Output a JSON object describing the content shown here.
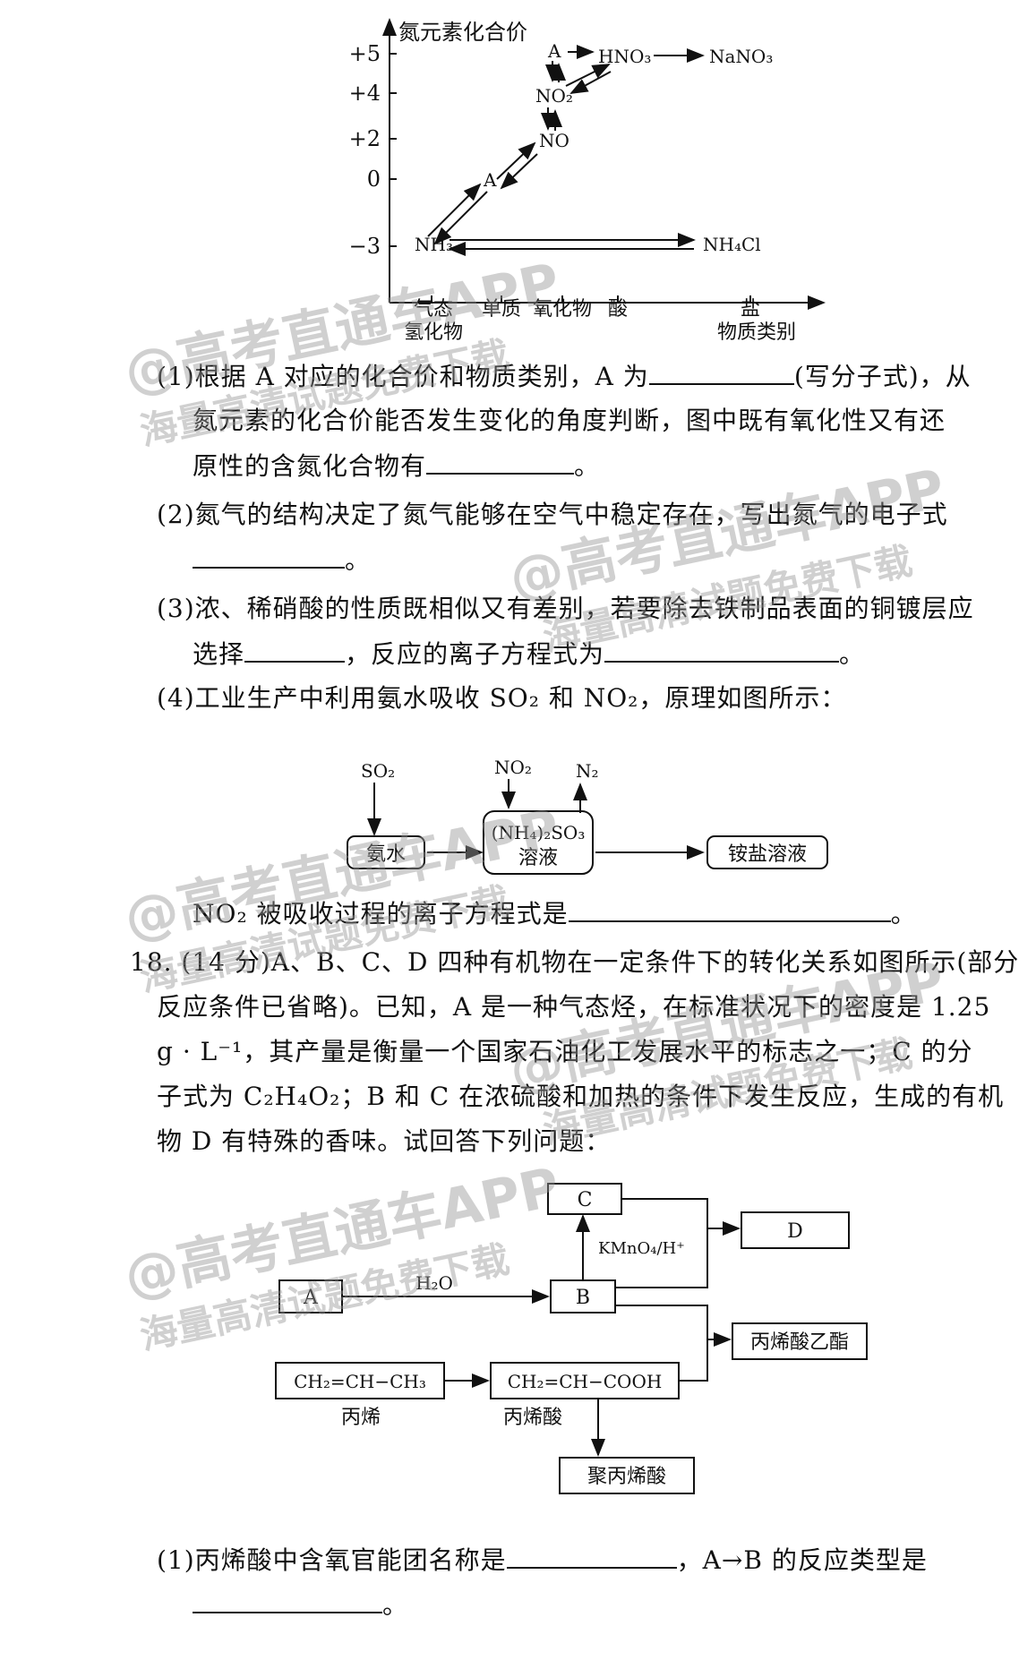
{
  "chart": {
    "ylabel": "氮元素化合价",
    "yticks": [
      "+5",
      "+4",
      "+2",
      "0",
      "−3"
    ],
    "xticks": [
      "气态",
      "氢化物",
      "单质",
      "氧化物",
      "酸",
      "盐",
      "物质类别"
    ],
    "nodes": {
      "A_top": "A",
      "HNO3": "HNO₃",
      "NaNO3": "NaNO₃",
      "NO2": "NO₂",
      "NO": "NO",
      "A_mid": "A",
      "NH3": "NH₃",
      "NH4Cl": "NH₄Cl"
    }
  },
  "q17": {
    "p1_a": "(1)根据 A 对应的化合价和物质类别，A 为",
    "p1_b": "(写分子式)，从",
    "p1_c": "氮元素的化合价能否发生变化的角度判断，图中既有氧化性又有还",
    "p1_d": "原性的含氮化合物有",
    "p1_e": "。",
    "p2_a": "(2)氮气的结构决定了氮气能够在空气中稳定存在，写出氮气的电子式",
    "p2_b": "。",
    "p3_a": "(3)浓、稀硝酸的性质既相似又有差别，若要除去铁制品表面的铜镀层应",
    "p3_b": "选择",
    "p3_c": "，反应的离子方程式为",
    "p3_d": "。",
    "p4": "(4)工业生产中利用氨水吸收 SO₂ 和 NO₂，原理如图所示：",
    "flow": {
      "so2": "SO₂",
      "no2": "NO₂",
      "n2": "N₂",
      "box1": "氨水",
      "box2_l1": "(NH₄)₂SO₃",
      "box2_l2": "溶液",
      "box3": "铵盐溶液"
    },
    "p4_q": "NO₂ 被吸收过程的离子方程式是",
    "p4_end": "。"
  },
  "q18": {
    "l1": "18. (14 分)A、B、C、D 四种有机物在一定条件下的转化关系如图所示(部分",
    "l2": "反应条件已省略)。已知，A 是一种气态烃，在标准状况下的密度是 1.25",
    "l3": "g · L⁻¹，其产量是衡量一个国家石油化工发展水平的标志之一；C 的分",
    "l4": "子式为 C₂H₄O₂；B 和 C 在浓硫酸和加热的条件下发生反应，生成的有机",
    "l5": "物 D 有特殊的香味。试回答下列问题：",
    "diagram": {
      "C": "C",
      "D": "D",
      "A": "A",
      "B": "B",
      "h2o": "H₂O",
      "kmno4": "KMnO₄/H⁺",
      "ester": "丙烯酸乙酯",
      "propene_f": "CH₂=CH−CH₃",
      "propene": "丙烯",
      "acrylic_f": "CH₂=CH−COOH",
      "acrylic": "丙烯酸",
      "poly": "聚丙烯酸"
    },
    "q1_a": "(1)丙烯酸中含氧官能团名称是",
    "q1_b": "，A→B 的反应类型是",
    "q1_c": "。"
  },
  "watermarks": {
    "w1": "@高考直通车APP",
    "w2": "海量高清试题免费下载"
  }
}
